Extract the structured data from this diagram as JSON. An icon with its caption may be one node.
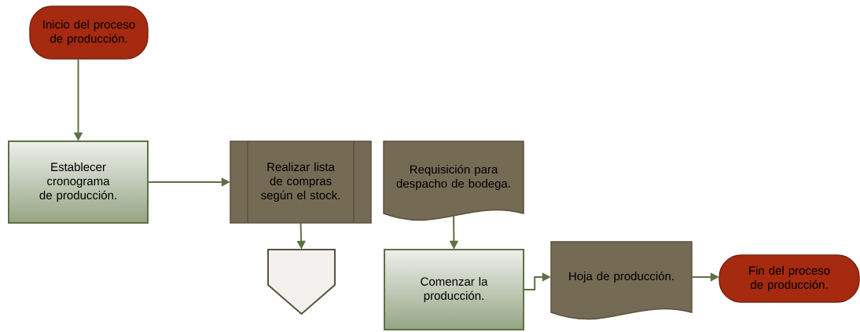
{
  "diagram": {
    "nodes": [
      {
        "text": [
          "Inicio del proceso de producción."
        ]
      },
      {
        "text": [
          "Establecer cronograma de producción."
        ]
      },
      {
        "text": [
          "Realizar lista de compras según el stock."
        ]
      },
      {
        "text": [],
        "shape": "pentagon"
      },
      {
        "text": [
          "Requisición para despacho de bodega."
        ]
      },
      {
        "text": [
          "Comenzar la producción."
        ]
      },
      {
        "text": [
          "Hoja de producción."
        ]
      },
      {
        "text": [
          "Fin del proceso de producción."
        ]
      }
    ],
    "edges": [
      {
        "from": 0,
        "to": 1,
        "arrow": "to"
      },
      {
        "from": 1,
        "to": 2,
        "arrow": "to"
      },
      {
        "from": 2,
        "to": 3,
        "arrow": "to"
      },
      {
        "from": 4,
        "to": 5,
        "arrow": "to"
      },
      {
        "from": 5,
        "to": 6,
        "arrow": "to"
      },
      {
        "from": 6,
        "to": 7,
        "arrow": "to"
      }
    ]
  }
}
